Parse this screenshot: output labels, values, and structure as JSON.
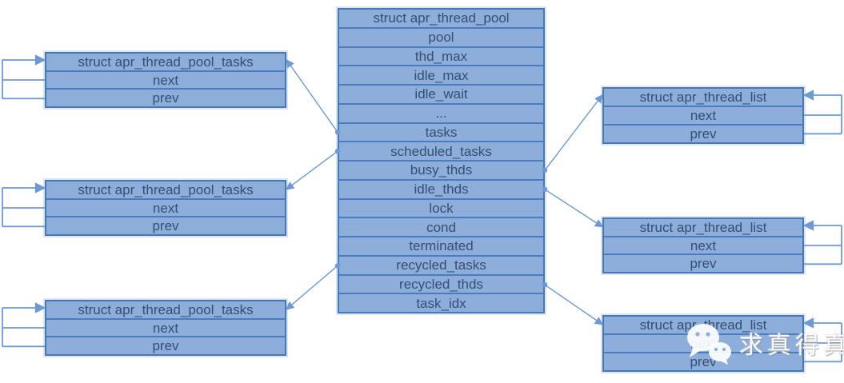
{
  "diagram": {
    "center_box": {
      "title": "struct apr_thread_pool",
      "rows": [
        "pool",
        "thd_max",
        "idle_max",
        "idle_wait",
        "...",
        "tasks",
        "scheduled_tasks",
        "busy_thds",
        "idle_thds",
        "lock",
        "cond",
        "terminated",
        "recycled_tasks",
        "recycled_thds",
        "task_idx"
      ]
    },
    "left_boxes": [
      {
        "title": "struct apr_thread_pool_tasks",
        "rows": [
          "next",
          "prev"
        ]
      },
      {
        "title": "struct apr_thread_pool_tasks",
        "rows": [
          "next",
          "prev"
        ]
      },
      {
        "title": "struct apr_thread_pool_tasks",
        "rows": [
          "next",
          "prev"
        ]
      }
    ],
    "right_boxes": [
      {
        "title": "struct apr_thread_list",
        "rows": [
          "next",
          "prev"
        ]
      },
      {
        "title": "struct apr_thread_list",
        "rows": [
          "next",
          "prev"
        ]
      },
      {
        "title": "struct apr_thread_list",
        "rows": [
          "next",
          "prev"
        ]
      }
    ],
    "connections": [
      {
        "from_field": "tasks",
        "to": "left-0"
      },
      {
        "from_field": "scheduled_tasks",
        "to": "left-1"
      },
      {
        "from_field": "recycled_tasks",
        "to": "left-2"
      },
      {
        "from_field": "busy_thds",
        "to": "right-0"
      },
      {
        "from_field": "idle_thds",
        "to": "right-1"
      },
      {
        "from_field": "recycled_thds",
        "to": "right-2"
      }
    ],
    "self_loops": "next and prev rows of each satellite struct point back to its own header",
    "colors": {
      "box_fill": "#8DAEDB",
      "box_border": "#4578B5",
      "row_divider": "#4A7CBE",
      "text": "#344E74",
      "arrow": "#6D99D5"
    }
  },
  "watermark": {
    "icon": "wechat-icon",
    "text": "求真得真"
  }
}
